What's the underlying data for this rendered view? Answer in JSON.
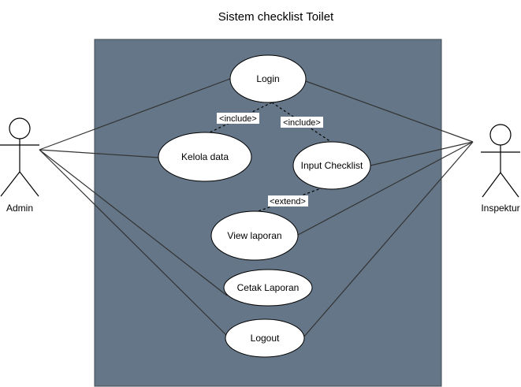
{
  "title": "Sistem checklist Toilet",
  "actors": {
    "admin": "Admin",
    "inspektur": "Inspektur"
  },
  "use_cases": {
    "login": "Login",
    "kelola_data": "Kelola data",
    "input_checklist": "Input Checklist",
    "view_laporan": "View laporan",
    "cetak_laporan": "Cetak Laporan",
    "logout": "Logout"
  },
  "relations": {
    "include_kelola": "<include>",
    "include_input": "<include>",
    "extend_view": "<extend>"
  },
  "colors": {
    "system_boundary_fill": "#647687",
    "use_case_fill": "#ffffff",
    "line": "#333333"
  }
}
